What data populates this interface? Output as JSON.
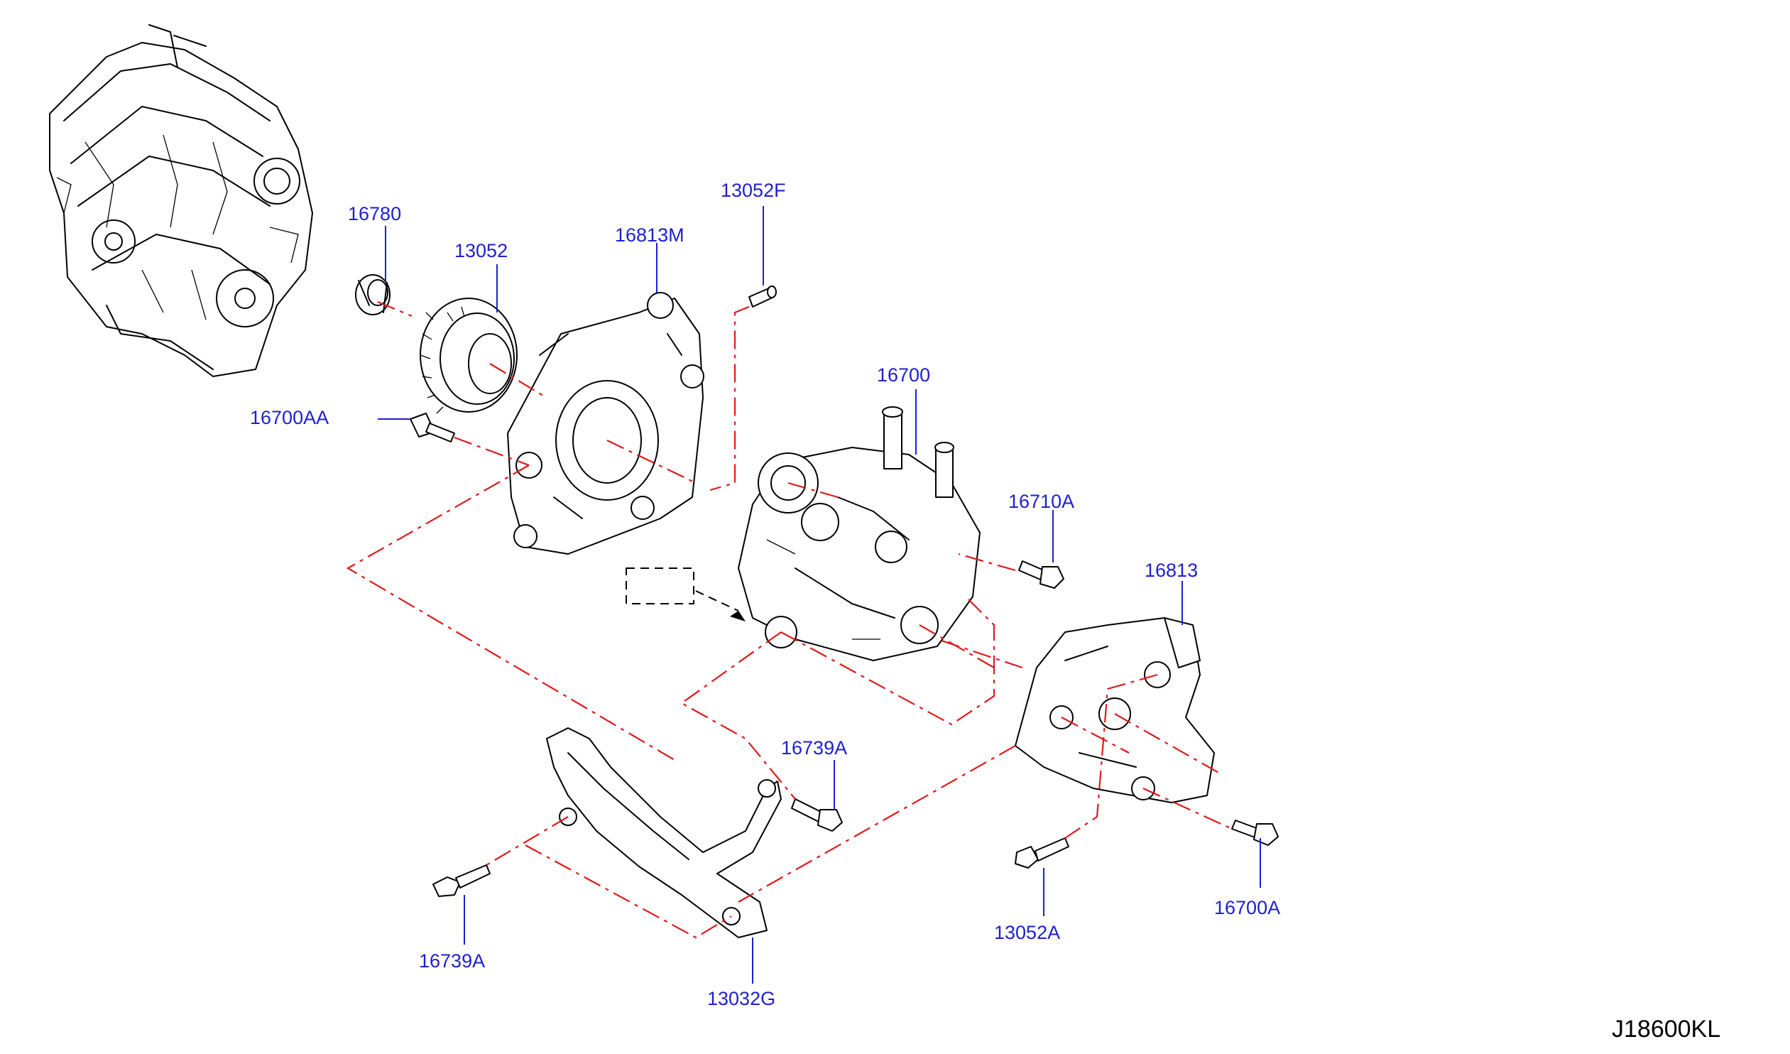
{
  "diagram": {
    "reference_code": "J18600KL",
    "callouts": [
      {
        "id": "c16780",
        "label": "16780"
      },
      {
        "id": "c13052",
        "label": "13052"
      },
      {
        "id": "c16813M",
        "label": "16813M"
      },
      {
        "id": "c13052F",
        "label": "13052F"
      },
      {
        "id": "c16700AA",
        "label": "16700AA"
      },
      {
        "id": "c16700",
        "label": "16700"
      },
      {
        "id": "c16710A",
        "label": "16710A"
      },
      {
        "id": "c16813",
        "label": "16813"
      },
      {
        "id": "c16739A_r",
        "label": "16739A"
      },
      {
        "id": "c16739A_l",
        "label": "16739A"
      },
      {
        "id": "c13032G",
        "label": "13032G"
      },
      {
        "id": "c13052A",
        "label": "13052A"
      },
      {
        "id": "c16700A",
        "label": "16700A"
      }
    ],
    "colors": {
      "label": "#1f1fd0",
      "leader": "#1f1fd0",
      "dash_line": "#e01a1a",
      "line_art": "#000000"
    }
  }
}
